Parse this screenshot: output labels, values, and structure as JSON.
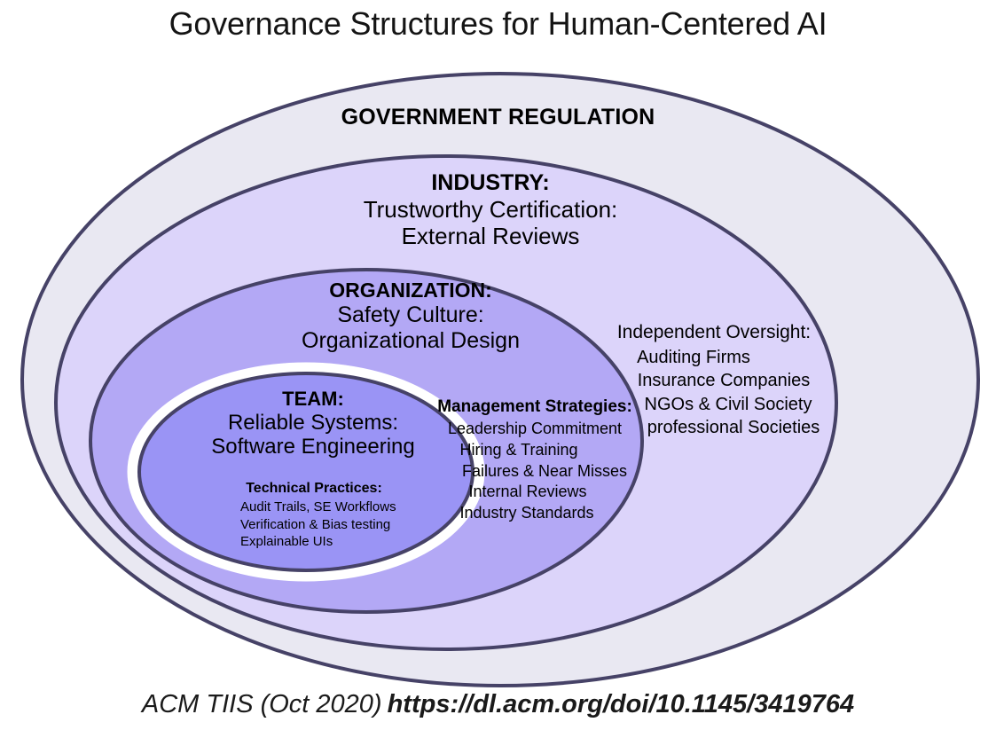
{
  "title": "Governance Structures for Human-Centered AI",
  "diagram": {
    "type": "nested-ellipse",
    "colors": {
      "stroke": "#464267",
      "government_fill": "#e9e8f2",
      "industry_fill": "#dcd4fa",
      "organization_fill": "#b3a8f5",
      "team_fill": "#9a94f5",
      "team_halo": "#ffffff",
      "text": "#000000",
      "title_text": "#141414"
    },
    "layers": [
      {
        "id": "government",
        "heading": "GOVERNMENT REGULATION",
        "sublines": []
      },
      {
        "id": "industry",
        "heading": "INDUSTRY:",
        "sublines": [
          "Trustworthy Certification:",
          "External Reviews"
        ]
      },
      {
        "id": "organization",
        "heading": "ORGANIZATION:",
        "sublines": [
          "Safety Culture:",
          "Organizational Design"
        ]
      },
      {
        "id": "team",
        "heading": "TEAM:",
        "sublines": [
          "Reliable Systems:",
          "Software Engineering"
        ]
      }
    ],
    "blocks": [
      {
        "id": "technical-practices",
        "heading": "Technical Practices:",
        "items": [
          "Audit Trails, SE Workflows",
          "Verification & Bias testing",
          "Explainable UIs"
        ]
      },
      {
        "id": "management-strategies",
        "heading": "Management Strategies:",
        "items": [
          "Leadership Commitment",
          "Hiring & Training",
          "Failures & Near Misses",
          "Internal Reviews",
          "Industry Standards"
        ]
      },
      {
        "id": "independent-oversight",
        "heading": "Independent Oversight:",
        "items": [
          "Auditing Firms",
          "Insurance Companies",
          "NGOs & Civil Society",
          "professional Societies"
        ]
      }
    ]
  },
  "footer": {
    "source": "ACM TIIS (Oct 2020)",
    "url": "https://dl.acm.org/doi/10.1145/3419764"
  }
}
